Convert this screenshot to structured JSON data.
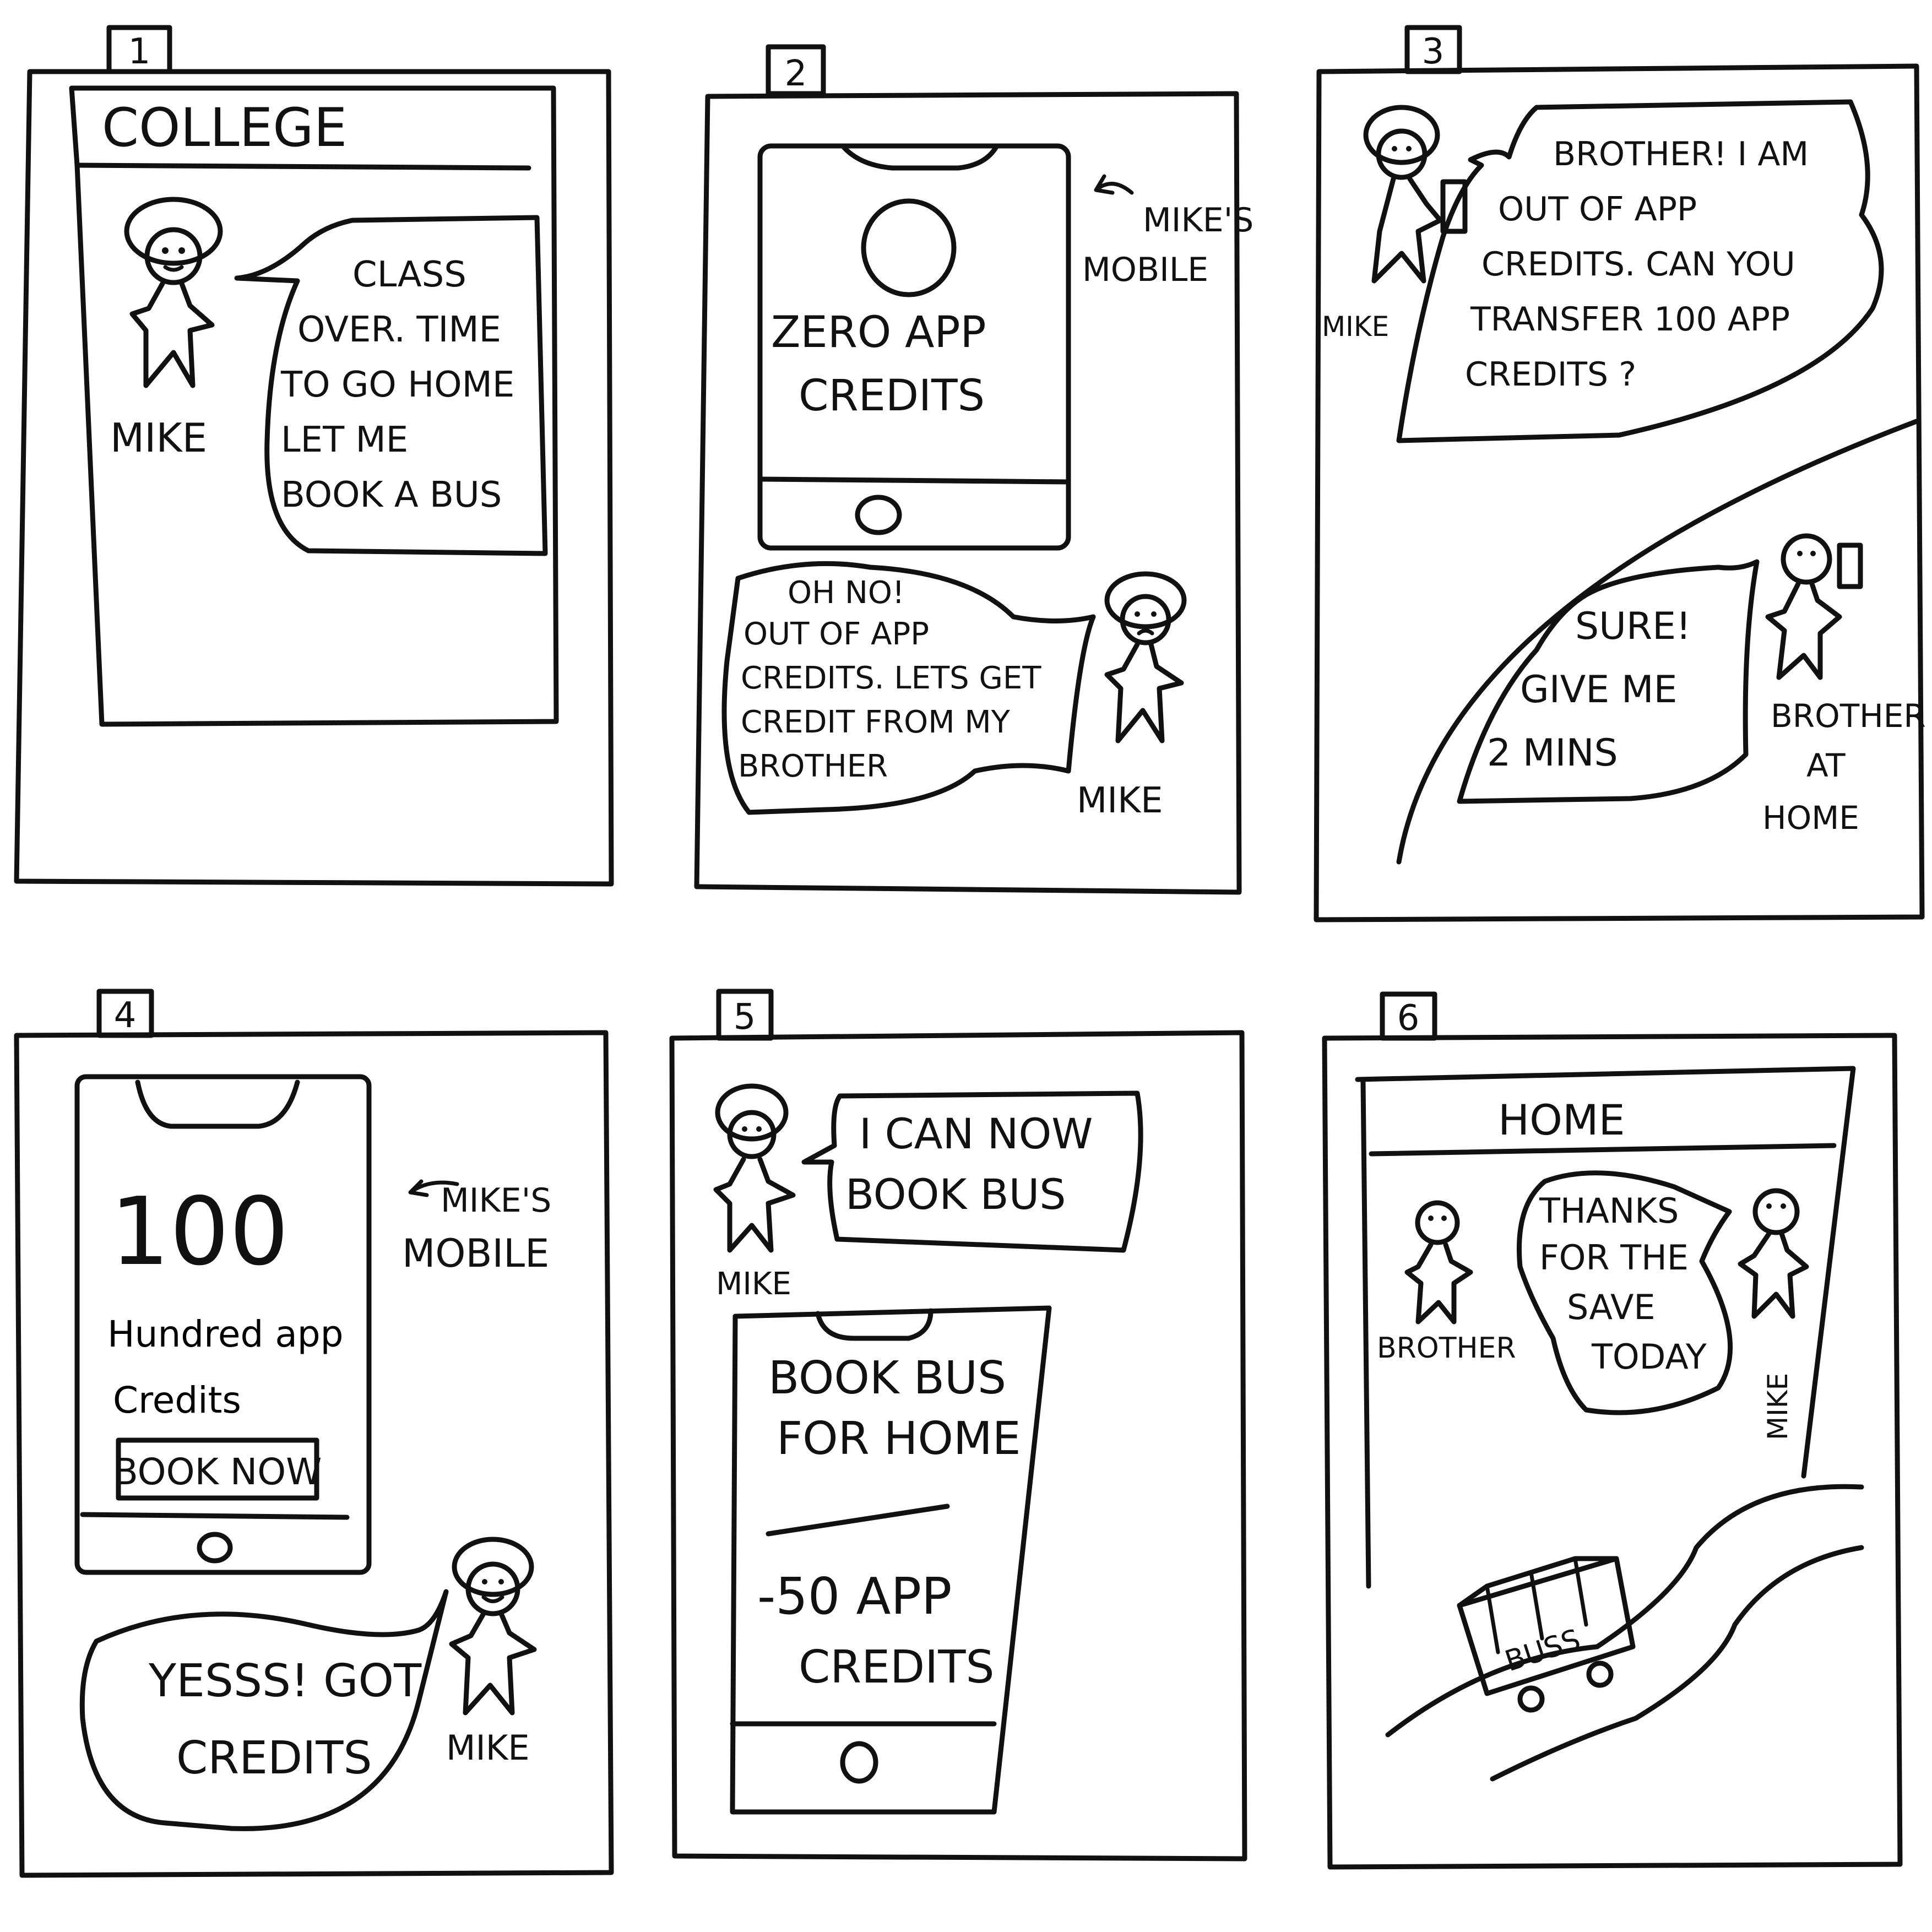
{
  "panels": [
    {
      "number": "1",
      "place": "COLLEGE",
      "speech": [
        "CLASS",
        "OVER. TIME",
        "TO GO HOME",
        "LET ME",
        "BOOK A BUS"
      ],
      "character": "MIKE"
    },
    {
      "number": "2",
      "phone_lines": [
        "ZERO APP",
        "CREDITS"
      ],
      "phone_caption": [
        "MIKE'S",
        "MOBILE"
      ],
      "speech": [
        "OH NO!",
        "OUT OF APP",
        "CREDITS. LETS GET",
        "CREDIT FROM MY",
        "BROTHER"
      ],
      "character": "MIKE"
    },
    {
      "number": "3",
      "speech_mike": [
        "BROTHER! I AM",
        "OUT OF APP",
        "CREDITS. CAN YOU",
        "TRANSFER 100 APP",
        "Credits ?"
      ],
      "character_mike": "MIKE",
      "speech_brother": [
        "SURE!",
        "GIVE ME",
        "2 MINS"
      ],
      "character_brother": [
        "BROTHER",
        "AT",
        "HOME"
      ]
    },
    {
      "number": "4",
      "phone_amount": "100",
      "phone_lines": [
        "Hundred app",
        "Credits"
      ],
      "phone_button": "BOOK NOW",
      "phone_caption": [
        "MIKE'S",
        "MOBILE"
      ],
      "speech": [
        "YESSS! GOT",
        "CREDITS"
      ],
      "character": "MIKE"
    },
    {
      "number": "5",
      "speech": [
        "I CAN NOW",
        "BOOK BUS"
      ],
      "character": "MIKE",
      "phone_lines": [
        "BOOK BUS",
        "FOR HOME"
      ],
      "phone_charge": [
        "-50 APP",
        "CREDITS"
      ]
    },
    {
      "number": "6",
      "place": "HOME",
      "character_brother": "BROTHER",
      "speech": [
        "THANKS",
        "FOR THE",
        "SAVE",
        "TODAY"
      ],
      "character_mike": "MIKE",
      "bus_label": "BUSS"
    }
  ]
}
